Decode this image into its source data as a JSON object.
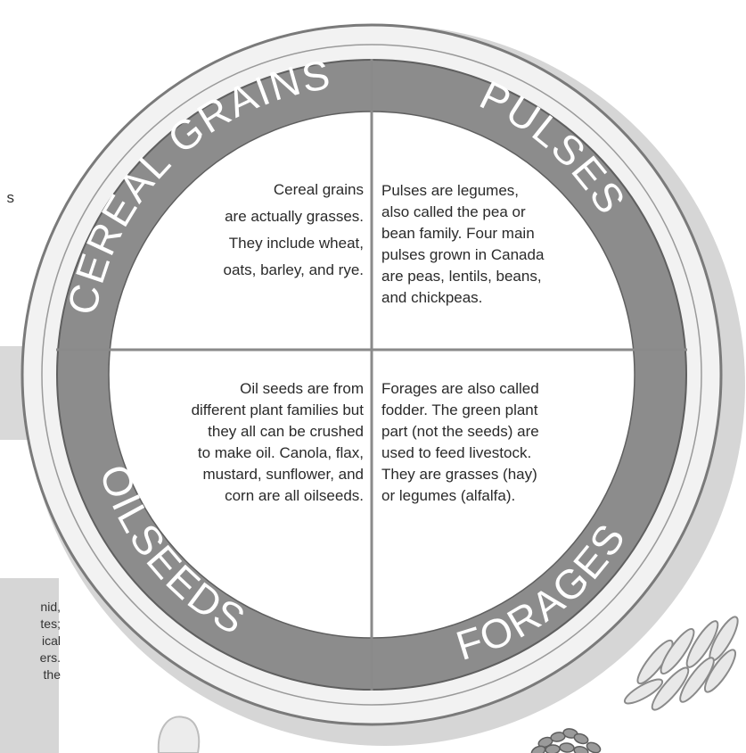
{
  "diagram": {
    "sections": [
      {
        "title": "CEREAL GRAINS",
        "lines": [
          "Cereal grains",
          "are actually grasses.",
          "They include wheat,",
          "oats, barley, and rye."
        ]
      },
      {
        "title": "PULSES",
        "lines": [
          "Pulses are legumes,",
          "also called the pea or",
          "bean family. Four main",
          "pulses grown in Canada",
          "are peas, lentils, beans,",
          "and chickpeas."
        ]
      },
      {
        "title": "OILSEEDS",
        "lines": [
          "Oil seeds are from",
          "different plant families but",
          "they all can be crushed",
          "to make oil. Canola, flax,",
          "mustard, sunflower, and",
          "corn are all oilseeds."
        ]
      },
      {
        "title": "FORAGES",
        "lines": [
          "Forages are also called",
          "fodder. The green plant",
          "part (not the seeds) are",
          "used to feed livestock.",
          "They are grasses (hay)",
          "or legumes (alfalfa)."
        ]
      }
    ],
    "colors": {
      "ring": "#8c8c8c",
      "outer_disc": "#f2f2f2",
      "shadow": "#d6d6d6",
      "divider": "#8a8a8a",
      "ring_text": "#ffffff",
      "body_text": "#2a2a2a",
      "side_panel": "#d9d9d9"
    }
  },
  "fragments": {
    "left_edge": "s",
    "note_lines": [
      "nid,",
      "tes;",
      "ical",
      "ers.",
      "the"
    ]
  }
}
